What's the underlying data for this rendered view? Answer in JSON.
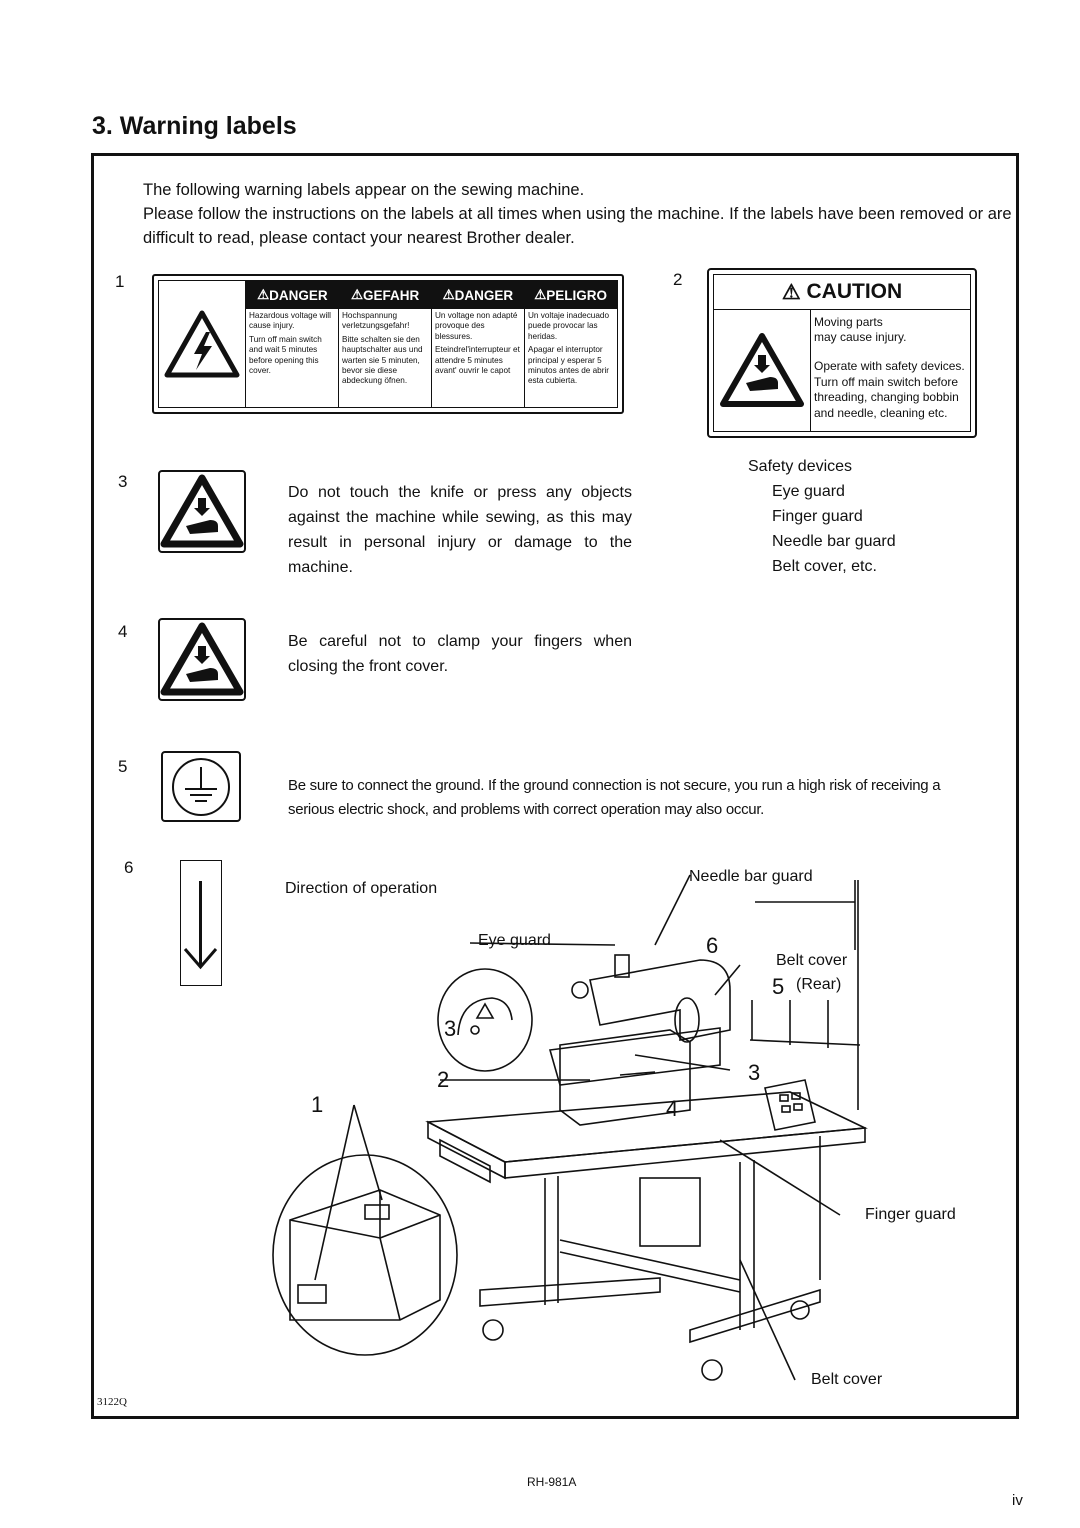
{
  "heading": "3. Warning labels",
  "intro": {
    "line1": "The following warning labels appear on the sewing machine.",
    "line2": "Please follow the instructions on the labels at all times when using the machine. If the labels have been removed or are difficult to read, please contact your nearest Brother dealer."
  },
  "labels": {
    "n1": "1",
    "n2": "2",
    "n3": "3",
    "n4": "4",
    "n5": "5",
    "n6": "6"
  },
  "danger_label": {
    "headers": [
      "DANGER",
      "GEFAHR",
      "DANGER",
      "PELIGRO"
    ],
    "col1": [
      "Hazardous voltage will cause injury.",
      "Turn off main switch and wait 5 minutes before opening this cover."
    ],
    "col2": [
      "Hochspannung verletzungsgefahr!",
      "Bitte schalten sie den hauptschalter aus und warten sie 5 minuten, bevor sie diese abdeckung öfnen."
    ],
    "col3": [
      "Un voltage non adapté provoque des blessures.",
      "Eteindrel'interrupteur et attendre 5 minutes avant' ouvrir le capot"
    ],
    "col4": [
      "Un voltaje inadecuado puede provocar las heridas.",
      "Apagar el interruptor principal y esperar 5 minutos antes de abrir esta cubierta."
    ]
  },
  "caution_label": {
    "header": "CAUTION",
    "line1": "Moving parts",
    "line2": "may cause injury.",
    "line3": "Operate with safety devices.",
    "line4": "Turn off main switch before",
    "line5": "threading, changing bobbin",
    "line6": "and needle, cleaning etc."
  },
  "safety_devices": {
    "title": "Safety devices",
    "items": [
      "Eye guard",
      "Finger guard",
      "Needle bar guard",
      "Belt cover, etc."
    ]
  },
  "text3": "Do not touch the knife or press any objects against the machine while sewing, as this may result in personal injury or damage to the machine.",
  "text4": "Be careful not to clamp your fingers when closing the front cover.",
  "text5": "Be sure to connect the ground.   If the ground connection is not secure, you run a high risk of receiving a serious electric shock, and problems with correct operation may also occur.",
  "direction_of_operation": "Direction of operation",
  "callouts": {
    "needle_bar_guard": "Needle bar guard",
    "eye_guard": "Eye guard",
    "belt_cover": "Belt cover",
    "rear": "(Rear)",
    "finger_guard": "Finger guard",
    "belt_cover_bottom": "Belt cover",
    "d6": "6",
    "d5": "5",
    "d3a": "3",
    "d3b": "3",
    "d2": "2",
    "d1": "1",
    "d4": "4"
  },
  "figure_code": "3122Q",
  "footer_model": "RH-981A",
  "page_number": "iv"
}
